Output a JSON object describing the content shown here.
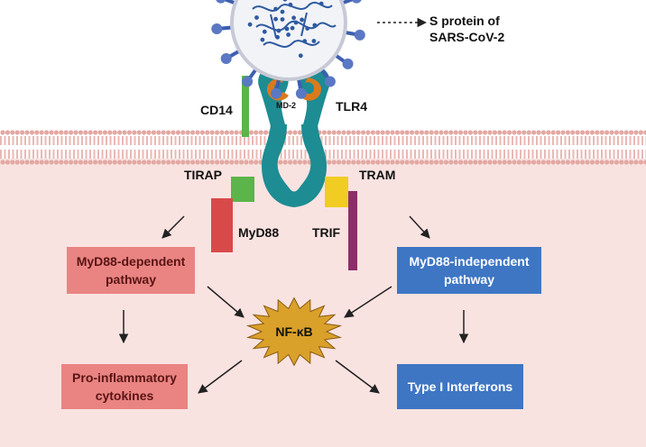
{
  "virus_label": {
    "line1": "S protein of",
    "line2": "SARS-CoV-2"
  },
  "receptors": {
    "cd14": "CD14",
    "md2": "MD-2",
    "tlr4": "TLR4",
    "tirap": "TIRAP",
    "tram": "TRAM",
    "myd88": "MyD88",
    "trif": "TRIF"
  },
  "pathways": {
    "myd88_dependent": {
      "line1": "MyD88-dependent",
      "line2": "pathway"
    },
    "myd88_independent": {
      "line1": "MyD88-independent",
      "line2": "pathway"
    }
  },
  "nfkb": "NF-κB",
  "outputs": {
    "cytokines": {
      "line1": "Pro-inflammatory",
      "line2": "cytokines"
    },
    "interferons": "Type I Interferons"
  },
  "colors": {
    "cytoplasm": "#f9e3e1",
    "membrane": "#eab8b4",
    "tlr4": "#1d8c93",
    "md2": "#d97a1c",
    "cd14": "#5bb54a",
    "tirap": "#5bb54a",
    "tram": "#f1cc22",
    "myd88": "#d84a4a",
    "trif": "#8b2f6a",
    "nfkb_star": "#d9a12a",
    "pink_box": "#e98482",
    "blue_box": "#3e76c4",
    "virus_membrane": "#f2f3f7",
    "spike": "#3d5fae",
    "rna": "#2e5aa0"
  }
}
